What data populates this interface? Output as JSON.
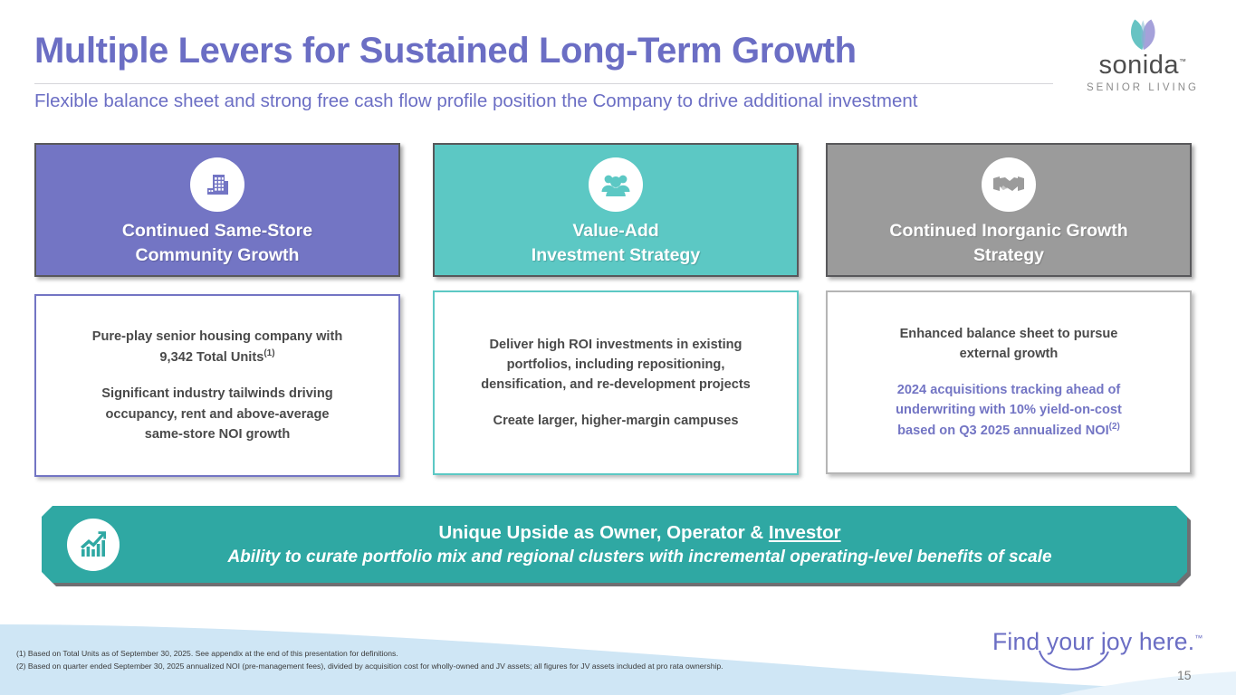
{
  "header": {
    "title": "Multiple Levers for Sustained Long-Term Growth",
    "subtitle": "Flexible balance sheet and strong free cash flow profile position the Company to drive additional investment",
    "title_color": "#6b6ec4"
  },
  "logo": {
    "wordmark": "sonida",
    "trademark": "™",
    "tagline": "SENIOR LIVING",
    "mark_colors": {
      "teal": "#57bdbd",
      "purple": "#9b97d6"
    }
  },
  "columns": [
    {
      "head_title": "Continued Same-Store\nCommunity Growth",
      "head_color": "#7375c4",
      "icon": "building-icon",
      "border_color": "#7375c4",
      "paragraphs": [
        {
          "text": "Pure-play senior housing company with\n9,342 Total Units",
          "sup": "(1)",
          "accent": false
        },
        {
          "text": "Significant industry tailwinds driving\noccupancy, rent and above-average\nsame-store NOI growth",
          "sup": "",
          "accent": false
        }
      ]
    },
    {
      "head_title": "Value-Add\nInvestment Strategy",
      "head_color": "#5cc8c4",
      "icon": "people-group-icon",
      "border_color": "#5cc8c4",
      "paragraphs": [
        {
          "text": "Deliver high ROI investments in existing\nportfolios,  including repositioning,\ndensification, and re-development projects",
          "sup": "",
          "accent": false
        },
        {
          "text": "Create larger, higher-margin campuses",
          "sup": "",
          "accent": false
        }
      ]
    },
    {
      "head_title": "Continued Inorganic Growth\nStrategy",
      "head_color": "#9b9b9b",
      "icon": "handshake-icon",
      "border_color": "#b5b5b5",
      "paragraphs": [
        {
          "text": "Enhanced balance sheet to pursue\nexternal growth",
          "sup": "",
          "accent": false
        },
        {
          "text": "2024 acquisitions tracking ahead of\nunderwriting with 10% yield-on-cost\nbased on Q3 2025 annualized NOI",
          "sup": "(2)",
          "accent": true
        }
      ]
    }
  ],
  "banner": {
    "icon": "growth-chart-icon",
    "line1_prefix": "Unique Upside as Owner, Operator & ",
    "line1_underlined": "Investor",
    "line2": "Ability to curate portfolio mix and regional clusters with incremental operating-level benefits of scale",
    "color": "#2fa8a3"
  },
  "footer": {
    "footnote1": "(1) Based on Total Units as of September 30, 2025. See appendix at the end of this presentation for definitions.",
    "footnote2": "(2) Based on quarter ended September 30, 2025 annualized NOI (pre-management fees), divided by acquisition cost for wholly-owned and JV assets; all figures for JV assets included at pro rata ownership.",
    "tagline": "Find your joy here.",
    "tagline_tm": "™",
    "page_number": "15"
  }
}
